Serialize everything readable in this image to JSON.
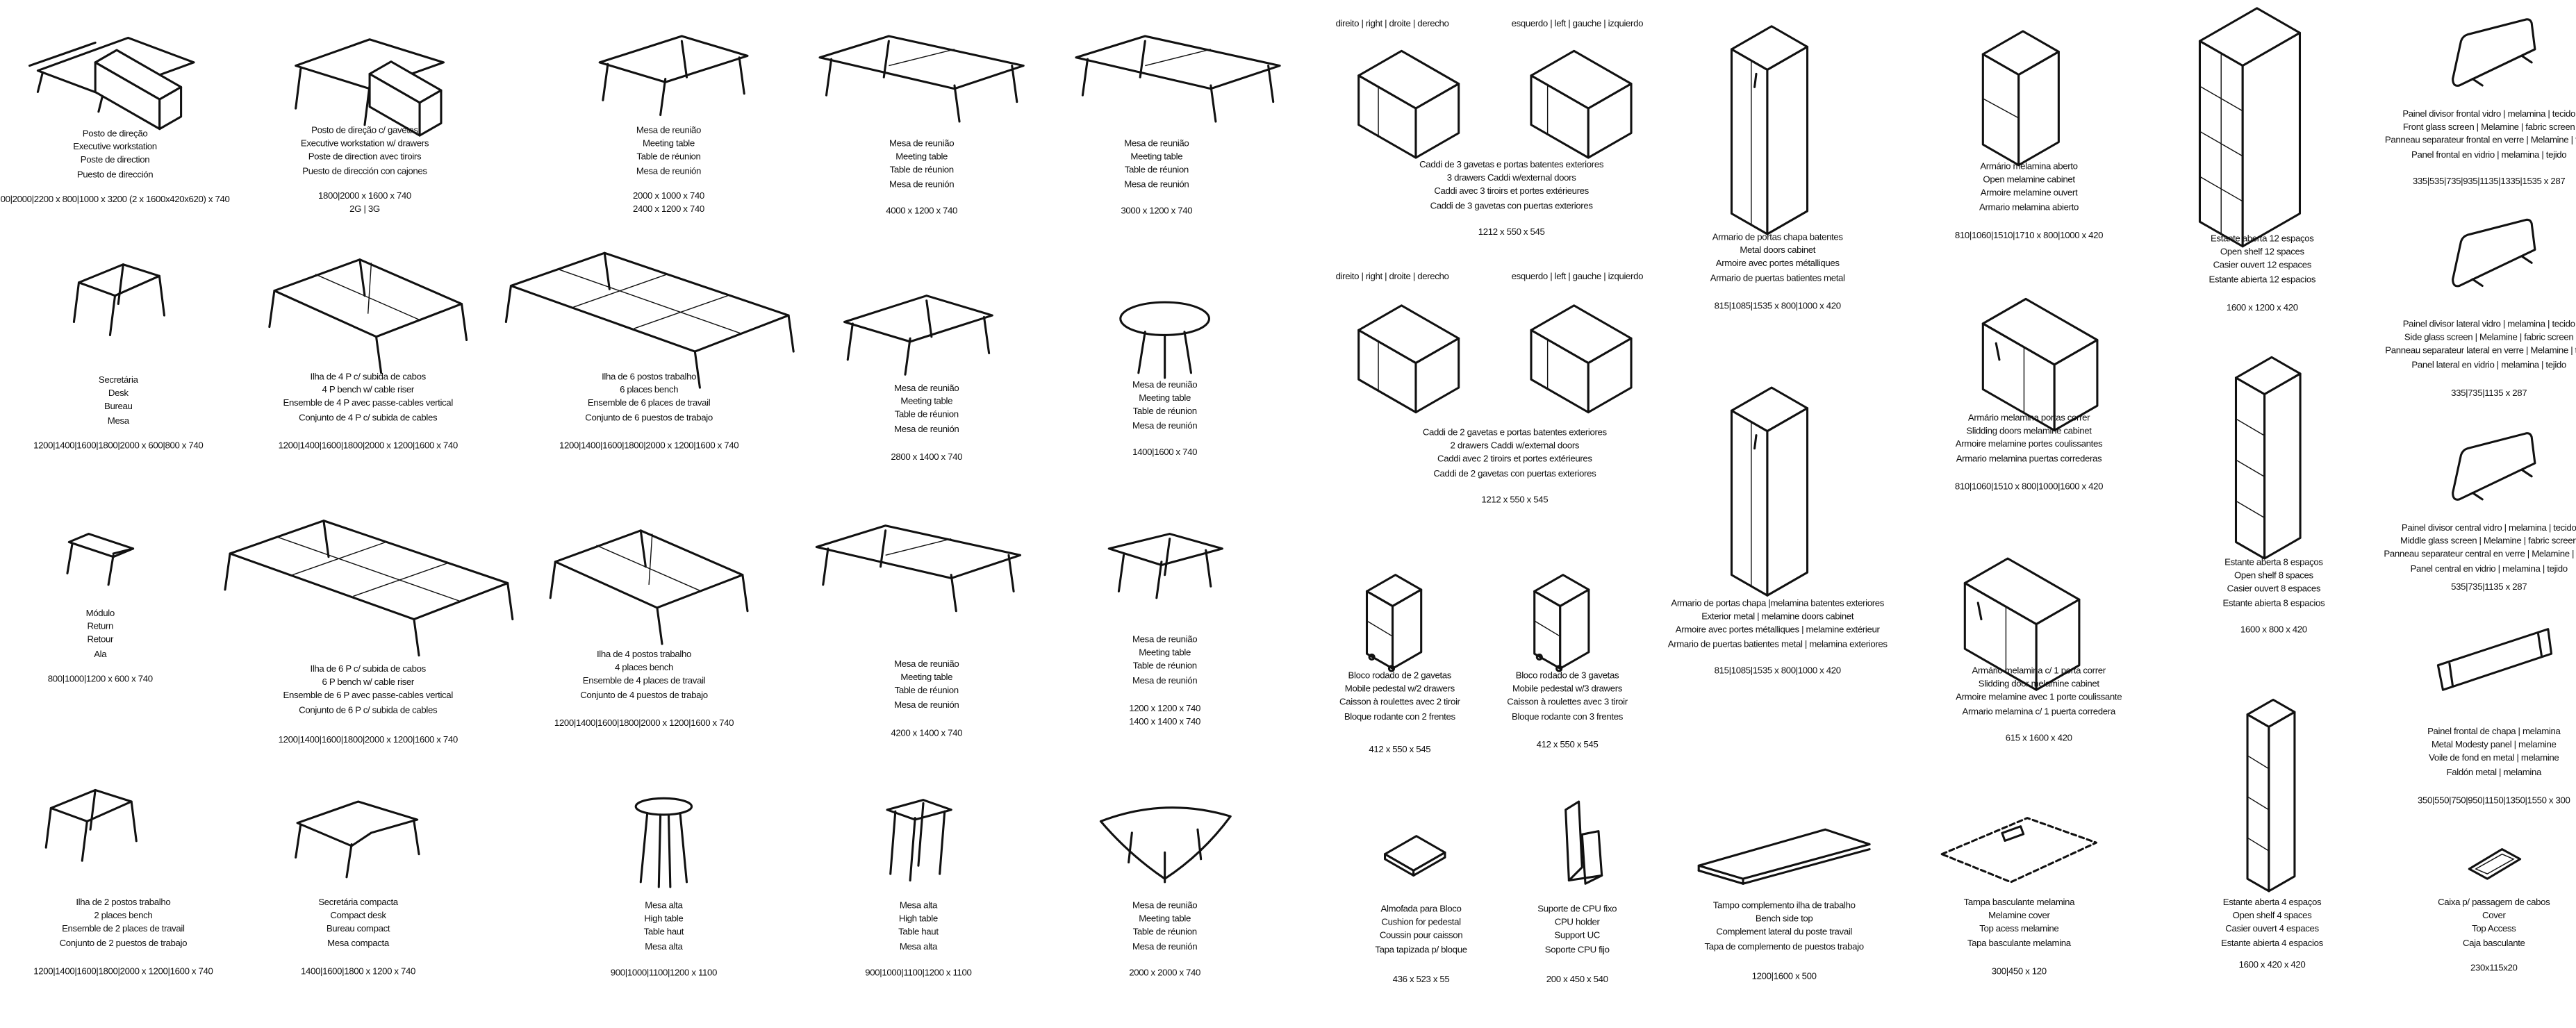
{
  "side_labels": [
    "direito | right |  droite | derecho",
    "esquerdo | left |  gauche | izquierdo",
    "direito | right |  droite | derecho",
    "esquerdo | left |  gauche | izquierdo"
  ],
  "items": [
    {
      "id": "posto-direcao",
      "drawing": "executive-desk",
      "lines": [
        "Posto de direção",
        "Executive workstation",
        "Poste de direction",
        "Puesto de dirección"
      ],
      "dims": [
        "00|2000|2200 x 800|1000 x 3200 (2 x 1600x420x620) x 740"
      ]
    },
    {
      "id": "posto-direcao-gavetas",
      "drawing": "executive-desk-drawers",
      "lines": [
        "Posto de direção c/ gavetas",
        "Executive workstation w/ drawers",
        "Poste de direction avec tiroirs",
        "Puesto de dirección con cajones"
      ],
      "dims": [
        "1800|2000 x 1600 x 740",
        "2G | 3G"
      ]
    },
    {
      "id": "mesa-reuniao-1",
      "drawing": "table",
      "lines": [
        "Mesa de reunião",
        "Meeting table",
        "Table de réunion",
        "Mesa de reunión"
      ],
      "dims": [
        "2000 x 1000 x 740",
        "2400 x 1200 x 740"
      ]
    },
    {
      "id": "mesa-reuniao-2",
      "drawing": "table-long",
      "lines": [
        "Mesa de reunião",
        "Meeting table",
        "Table de réunion",
        "Mesa de reunión"
      ],
      "dims": [
        "4000 x 1200 x 740"
      ]
    },
    {
      "id": "mesa-reuniao-3",
      "drawing": "table-long",
      "lines": [
        "Mesa de reunião",
        "Meeting table",
        "Table de réunion",
        "Mesa de reunión"
      ],
      "dims": [
        "3000 x 1200 x 740"
      ]
    },
    {
      "id": "caddi-3",
      "drawing": "none",
      "lines": [
        "Caddi de 3 gavetas e portas batentes exteriores",
        "3 drawers Caddi w/external doors",
        "Caddi avec 3 tiroirs et portes extérieures",
        "Caddi de 3 gavetas con puertas exteriores"
      ],
      "dims": [
        "1212 x 550 x 545"
      ]
    },
    {
      "id": "armario-chapa",
      "drawing": "tall-cabinet",
      "lines": [
        "Armario de portas chapa batentes",
        "Metal doors cabinet",
        "Armoire avec portes métalliques",
        "Armario de puertas batientes metal"
      ],
      "dims": [
        "815|1085|1535 x 800|1000 x 420"
      ]
    },
    {
      "id": "armario-aberto",
      "drawing": "open-cabinet",
      "lines": [
        "Armário melamina aberto",
        "Open melamine cabinet",
        "Armoire melamine ouvert",
        "Armario melamina abierto"
      ],
      "dims": [
        "810|1060|1510|1710 x 800|1000 x 420"
      ]
    },
    {
      "id": "estante-12",
      "drawing": "shelf-12",
      "lines": [
        "Estante aberta 12 espaços",
        "Open shelf 12 spaces",
        "Casier ouvert 12 espaces",
        "Estante abierta 12 espacios"
      ],
      "dims": [
        "1600 x 1200 x 420"
      ]
    },
    {
      "id": "painel-frontal",
      "drawing": "screen",
      "lines": [
        "Painel divisor frontal vidro | melamina | tecido",
        "Front glass screen | Melamine | fabric screen",
        "Panneau separateur frontal en verre | Melamine | tissu",
        "Panel frontal en vidrio | melamina | tejido"
      ],
      "dims": [
        "335|535|735|935|1135|1335|1535 x 287"
      ]
    },
    {
      "id": "secretaria",
      "drawing": "desk",
      "lines": [
        "Secretária",
        "Desk",
        "Bureau",
        "Mesa"
      ],
      "dims": [
        "1200|1400|1600|1800|2000 x 600|800 x 740"
      ]
    },
    {
      "id": "ilha-4p-cabos",
      "drawing": "bench-4",
      "lines": [
        "Ilha de 4 P c/ subida de cabos",
        "4 P bench w/ cable riser",
        "Ensemble de 4 P avec passe-cables vertical",
        "Conjunto de 4 P c/ subida de cables"
      ],
      "dims": [
        "1200|1400|1600|1800|2000 x 1200|1600 x 740"
      ]
    },
    {
      "id": "ilha-6-postos",
      "drawing": "bench-6",
      "lines": [
        "Ilha de 6 postos trabalho",
        "6 places bench",
        "Ensemble de 6 places de travail",
        "Conjunto de 6 puestos de trabajo"
      ],
      "dims": [
        "1200|1400|1600|1800|2000 x 1200|1600 x 740"
      ]
    },
    {
      "id": "mesa-reuniao-4",
      "drawing": "table",
      "lines": [
        "Mesa de reunião",
        "Meeting table",
        "Table de réunion",
        "Mesa de reunión"
      ],
      "dims": [
        "2800 x 1400 x 740"
      ]
    },
    {
      "id": "mesa-reuniao-redonda",
      "drawing": "round-table",
      "lines": [
        "Mesa de reunião",
        "Meeting table",
        "Table de réunion",
        "Mesa de reunión"
      ],
      "dims": [
        "1400|1600 x 740"
      ]
    },
    {
      "id": "caddi-2",
      "drawing": "none",
      "lines": [
        "Caddi de 2 gavetas e portas batentes exteriores",
        "2 drawers Caddi w/external doors",
        "Caddi avec 2 tiroirs et portes extérieures",
        "Caddi de 2 gavetas con puertas exteriores"
      ],
      "dims": [
        "1212 x 550 x 545"
      ]
    },
    {
      "id": "armario-chapa-melamina",
      "drawing": "tall-cabinet",
      "lines": [
        "Armario de portas chapa |melamina batentes exteriores",
        "Exterior metal | melamine doors cabinet",
        "Armoire avec portes métalliques | melamine extérieur",
        "Armario de puertas batientes metal |  melamina exteriores"
      ],
      "dims": [
        "815|1085|1535 x 800|1000 x 420"
      ]
    },
    {
      "id": "armario-portas-correr",
      "drawing": "cabinet-doors",
      "lines": [
        "Armário melamina portas correr",
        "Slidding doors melamine cabinet",
        "Armoire melamine portes coulissantes",
        "Armario melamina puertas correderas"
      ],
      "dims": [
        "810|1060|1510 x 800|1000|1600 x 420"
      ]
    },
    {
      "id": "estante-8",
      "drawing": "shelf-8",
      "lines": [
        "Estante aberta 8 espaços",
        "Open shelf 8 spaces",
        "Casier ouvert 8 espaces",
        "Estante abierta 8 espacios"
      ],
      "dims": [
        "1600 x 800 x 420"
      ]
    },
    {
      "id": "painel-lateral",
      "drawing": "screen",
      "lines": [
        "Painel divisor lateral vidro | melamina | tecido",
        "Side glass screen | Melamine | fabric screen",
        "Panneau separateur lateral en verre | Melamine | tissu",
        "Panel lateral en vidrio | melamina | tejido"
      ],
      "dims": [
        "335|735|1135 x 287"
      ]
    },
    {
      "id": "modulo",
      "drawing": "return",
      "lines": [
        "Módulo",
        "Return",
        "Retour",
        "Ala"
      ],
      "dims": [
        "800|1000|1200 x 600 x 740"
      ]
    },
    {
      "id": "ilha-6p-cabos",
      "drawing": "bench-6",
      "lines": [
        "Ilha de 6 P c/ subida de cabos",
        "6 P bench w/ cable riser",
        "Ensemble de 6 P avec passe-cables vertical",
        "Conjunto de 6 P c/ subida de cables"
      ],
      "dims": [
        "1200|1400|1600|1800|2000 x 1200|1600 x 740"
      ]
    },
    {
      "id": "ilha-4-postos",
      "drawing": "bench-4",
      "lines": [
        "Ilha de 4 postos trabalho",
        "4 places bench",
        "Ensemble de 4 places de travail",
        "Conjunto de 4 puestos de trabajo"
      ],
      "dims": [
        "1200|1400|1600|1800|2000 x 1200|1600 x 740"
      ]
    },
    {
      "id": "mesa-reuniao-5",
      "drawing": "table-long",
      "lines": [
        "Mesa de reunião",
        "Meeting table",
        "Table de réunion",
        "Mesa de reunión"
      ],
      "dims": [
        "4200 x 1400 x 740"
      ]
    },
    {
      "id": "mesa-reuniao-6",
      "drawing": "square-table",
      "lines": [
        "Mesa de reunião",
        "Meeting table",
        "Table de réunion",
        "Mesa de reunión"
      ],
      "dims": [
        "1200 x 1200 x 740",
        "1400 x 1400 x 740"
      ]
    },
    {
      "id": "bloco-2",
      "drawing": "pedestal",
      "lines": [
        "Bloco rodado de 2 gavetas",
        "Mobile pedestal w/2 drawers",
        "Caisson à roulettes avec 2 tiroir",
        "Bloque rodante con 2 frentes"
      ],
      "dims": [
        "412 x 550 x 545"
      ]
    },
    {
      "id": "bloco-3",
      "drawing": "pedestal",
      "lines": [
        "Bloco rodado de 3 gavetas",
        "Mobile pedestal w/3 drawers",
        "Caisson à roulettes avec 3 tiroir",
        "Bloque rodante con 3 frentes"
      ],
      "dims": [
        "412 x 550 x 545"
      ]
    },
    {
      "id": "armario-1-porta",
      "drawing": "cabinet-doors",
      "lines": [
        "Armário melamina c/ 1 porta correr",
        "Slidding door melamine cabinet",
        "Armoire melamine avec 1 porte coulissante",
        "Armario melamina c/ 1 puerta corredera"
      ],
      "dims": [
        "615 x 1600 x 420"
      ]
    },
    {
      "id": "painel-central",
      "drawing": "screen",
      "lines": [
        "Painel divisor central vidro | melamina | tecido",
        "Middle glass screen | Melamine | fabric screen",
        "Panneau separateur central en verre | Melamine | tissu",
        "Panel central en vidrio | melamina | tejido"
      ],
      "dims": [
        "535|735|1135 x 287"
      ]
    },
    {
      "id": "painel-chapa",
      "drawing": "modesty-panel",
      "lines": [
        "Painel frontal de chapa | melamina",
        "Metal Modesty panel | melamine",
        "Voile de fond en metal | melamine",
        "Faldón metal | melamina"
      ],
      "dims": [
        "350|550|750|950|1150|1350|1550 x 300"
      ]
    },
    {
      "id": "ilha-2-postos",
      "drawing": "desk",
      "lines": [
        "Ilha de 2 postos trabalho",
        "2 places bench",
        "Ensemble de 2 places de travail",
        "Conjunto de 2 puestos de trabajo"
      ],
      "dims": [
        "1200|1400|1600|1800|2000 x 1200|1600 x 740"
      ]
    },
    {
      "id": "secretaria-compacta",
      "drawing": "compact-desk",
      "lines": [
        "Secretária compacta",
        "Compact desk",
        "Bureau compact",
        "Mesa compacta"
      ],
      "dims": [
        "1400|1600|1800 x 1200 x 740"
      ]
    },
    {
      "id": "mesa-alta-1",
      "drawing": "high-round",
      "lines": [
        "Mesa alta",
        "High table",
        "Table haut",
        "Mesa alta"
      ],
      "dims": [
        "900|1000|1100|1200 x 1100"
      ]
    },
    {
      "id": "mesa-alta-2",
      "drawing": "high-square",
      "lines": [
        "Mesa alta",
        "High table",
        "Table haut",
        "Mesa alta"
      ],
      "dims": [
        "900|1000|1100|1200 x 1100"
      ]
    },
    {
      "id": "mesa-reuniao-7",
      "drawing": "tri-table",
      "lines": [
        "Mesa de reunião",
        "Meeting table",
        "Table de réunion",
        "Mesa de reunión"
      ],
      "dims": [
        "2000 x 2000 x 740"
      ]
    },
    {
      "id": "almofada",
      "drawing": "cushion",
      "lines": [
        "Almofada para Bloco",
        "Cushion for pedestal",
        "Coussin pour caisson",
        "Tapa tapizada p/ bloque"
      ],
      "dims": [
        "436 x 523 x 55"
      ]
    },
    {
      "id": "suporte-cpu",
      "drawing": "cpu",
      "lines": [
        "Suporte de CPU fixo",
        "CPU holder",
        "Support UC",
        "Soporte CPU fijo"
      ],
      "dims": [
        "200 x 450 x 540"
      ]
    },
    {
      "id": "tampo-complemento",
      "drawing": "slab",
      "lines": [
        "Tampo complemento ilha de trabalho",
        "Bench side top",
        "Complement lateral du poste travail",
        "Tapa de complemento de puestos trabajo"
      ],
      "dims": [
        "1200|1600 x 500"
      ]
    },
    {
      "id": "tampa-basculante",
      "drawing": "flap",
      "lines": [
        "Tampa basculante melamina",
        "Melamine cover",
        "Top acess melamine",
        "Tapa basculante melamina"
      ],
      "dims": [
        "300|450 x 120"
      ]
    },
    {
      "id": "estante-4",
      "drawing": "shelf-4",
      "lines": [
        "Estante aberta 4 espaços",
        "Open shelf 4 spaces",
        "Casier ouvert 4 espaces",
        "Estante abierta 4 espacios"
      ],
      "dims": [
        "1600 x 420 x 420"
      ]
    },
    {
      "id": "caixa-cabos",
      "drawing": "cable-box",
      "lines": [
        "Caixa p/ passagem de cabos",
        "Cover",
        "Top Access",
        "Caja basculante"
      ],
      "dims": [
        "230x115x20"
      ]
    }
  ],
  "caddi_drawings": [
    "caddi-right",
    "caddi-left",
    "caddi-right",
    "caddi-left"
  ]
}
